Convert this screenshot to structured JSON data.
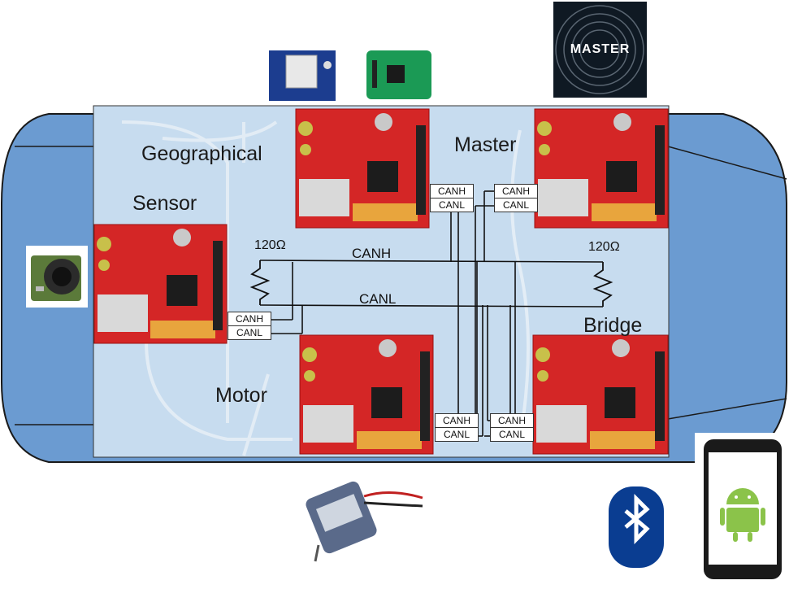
{
  "nodes": {
    "geographical": "Geographical",
    "sensor": "Sensor",
    "master": "Master",
    "bridge": "Bridge",
    "motor": "Motor"
  },
  "bus": {
    "canh": "CANH",
    "canl": "CANL",
    "resistor_left": "120Ω",
    "resistor_right": "120Ω"
  },
  "connectors": {
    "canh": "CANH",
    "canl": "CANL"
  },
  "logos": {
    "master_text": "MASTER"
  },
  "icons": [
    "ultrasonic-sensor-icon",
    "gps-module-icon",
    "compass-module-icon",
    "dc-motor-icon",
    "bluetooth-icon",
    "android-phone-icon"
  ]
}
